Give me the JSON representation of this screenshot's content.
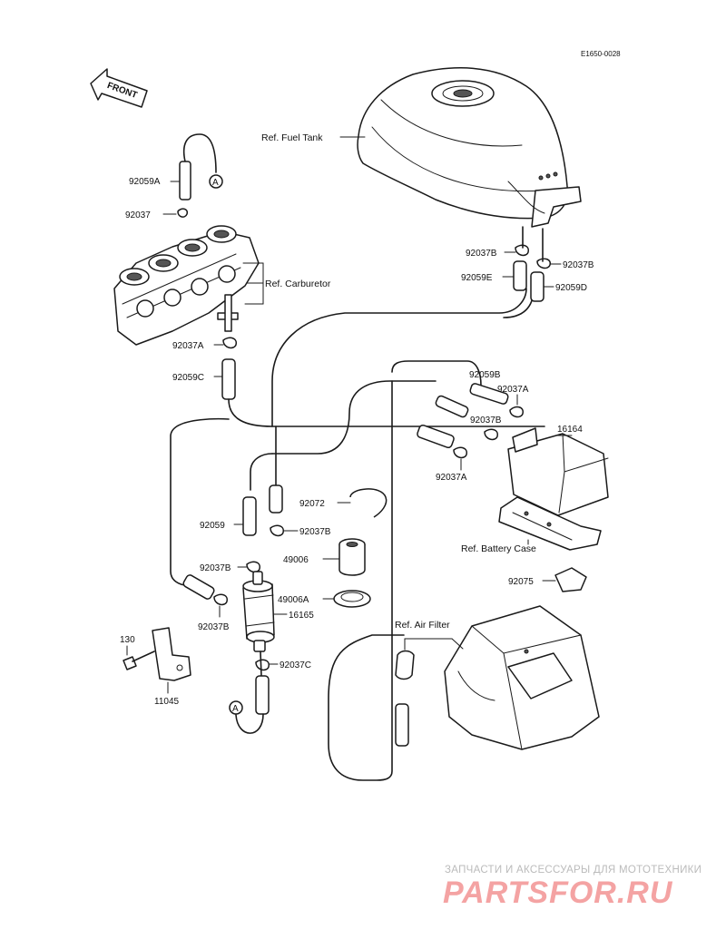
{
  "diagram": {
    "code": "E1650-0028",
    "front_label": "FRONT",
    "ref_labels": {
      "fuel_tank": "Ref. Fuel Tank",
      "carburetor": "Ref. Carburetor",
      "battery_case": "Ref. Battery Case",
      "air_filter": "Ref. Air Filter"
    },
    "circle_marker": "A",
    "part_numbers": {
      "p92059A": "92059A",
      "p92037": "92037",
      "p92037B_r": "92037B",
      "p92037B_r2": "92037B",
      "p92059E": "92059E",
      "p92059D": "92059D",
      "p92037A_l": "92037A",
      "p92059C": "92059C",
      "p92059B": "92059B",
      "p92037A_r": "92037A",
      "p92037B_m": "92037B",
      "p16164": "16164",
      "p92037A_b": "92037A",
      "p92072": "92072",
      "p92059": "92059",
      "p92037B_f": "92037B",
      "p49006": "49006",
      "p92037B_l": "92037B",
      "p49006A": "49006A",
      "p92037B_p": "92037B",
      "p16165": "16165",
      "p92075": "92075",
      "p130": "130",
      "p92037C": "92037C",
      "p11045": "11045"
    }
  },
  "watermark": {
    "tagline": "ЗАПЧАСТИ И АКСЕССУАРЫ ДЛЯ МОТОТЕХНИКИ",
    "brand": "PARTSFOR.RU"
  }
}
